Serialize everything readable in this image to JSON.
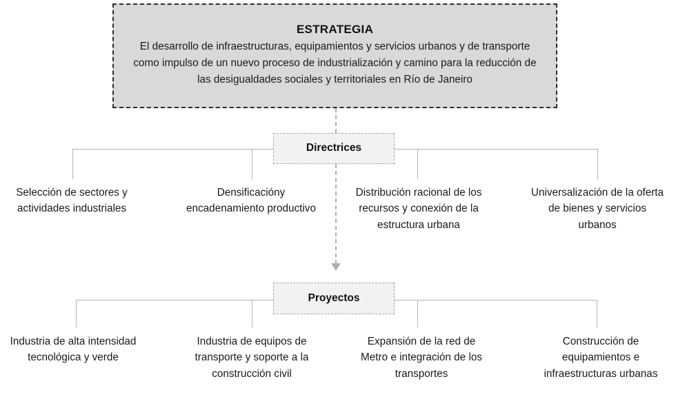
{
  "diagram": {
    "title": "ESTRATEGIA",
    "strategy": {
      "heading": "ESTRATEGIA",
      "body": "El desarrollo de infraestructuras, equipamientos y servicios urbanos y de transporte como impulso de un nuevo proceso de industrialización y camino para la reducción de las desigualdades sociales y territoriales en Río de Janeiro"
    },
    "levels": [
      {
        "label": "Directrices",
        "items": [
          "Selección de sectores y actividades industriales",
          "Densificacióny encadenamiento productivo",
          "Distribución racional de los recursos y conexión de la estructura urbana",
          "Universalización de la oferta de bienes y servicios urbanos"
        ]
      },
      {
        "label": "Proyectos",
        "items": [
          "Industria de alta intensidad tecnológica y verde",
          "Industria de equipos de transporte y soporte a la construcción civil",
          "Expansión de la red de Metro e integración de los transportes",
          "Construcción de equipamientos e infraestructuras urbanas"
        ]
      }
    ],
    "colors": {
      "strategy_fill": "#d9d9d9",
      "strategy_border": "#2b2b2b",
      "level_fill": "#f2f2f2",
      "level_border": "#a6a6a6",
      "connector": "#b3b3b3",
      "flow_arrow": "#b0b0b0",
      "text": "#1a1a1a",
      "background": "#ffffff"
    }
  }
}
